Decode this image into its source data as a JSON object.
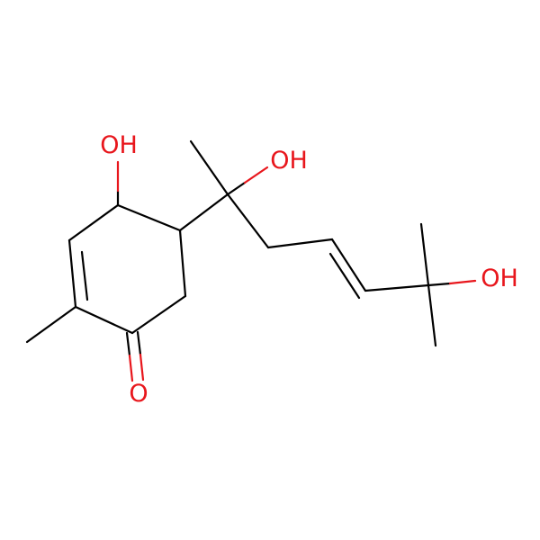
{
  "molecule": {
    "atom_labels": {
      "oh_ring": "OH",
      "oh_side_chain": "OH",
      "oh_terminal": "OH",
      "ketone_o": "O"
    },
    "colors": {
      "bond": "#000000",
      "oxygen": "#e8161c",
      "background": "#ffffff"
    }
  }
}
